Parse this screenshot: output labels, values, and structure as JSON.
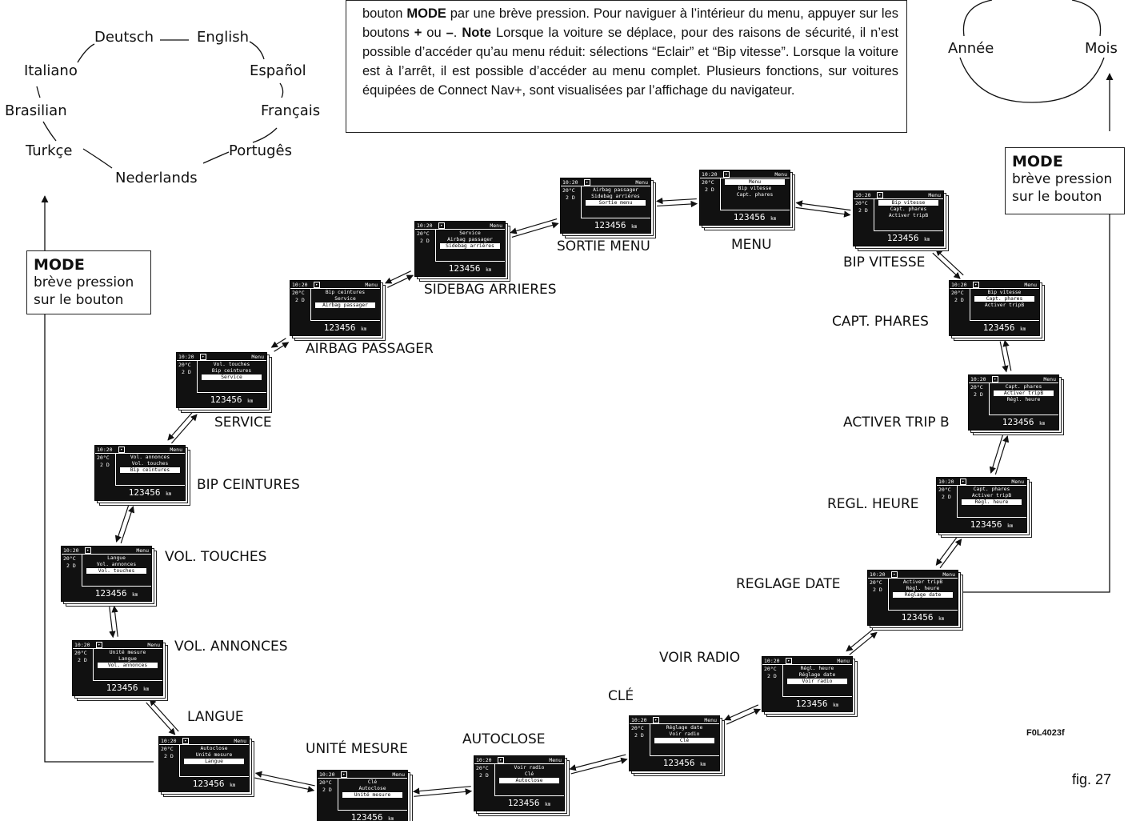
{
  "note_text": {
    "p1a": "bouton ",
    "p1b": "MODE",
    "p1c": " par une brève pression. Pour naviguer à l’intérieur du menu, appuyer sur les boutons ",
    "p1d": "+",
    "p1e": " ou ",
    "p1f": "–",
    "p1g": ". ",
    "p1h": "Note",
    "p1i": " Lorsque la voiture se déplace, pour des raisons de sécurité, il n’est possible d’accéder qu’au menu réduit: sélections “Eclair” et “Bip vitesse”. Lorsque la voiture est à l’arrêt, il est possible d’accéder au menu complet. Plusieurs fonctions, sur voitures équipées de Connect Nav+, sont visualisées par l’affichage du navigateur."
  },
  "languages": [
    "Deutsch",
    "English",
    "Español",
    "Français",
    "Portugês",
    "Nederlands",
    "Turkçe",
    "Brasilian",
    "Italiano"
  ],
  "date_cycle": [
    "Année",
    "Mois"
  ],
  "mode_box_left": {
    "title": "MODE",
    "line1": "brève pression",
    "line2": "sur le bouton"
  },
  "mode_box_right": {
    "title": "MODE",
    "line1": "brève pression",
    "line2": "sur le bouton"
  },
  "display_common": {
    "clock": "10:20",
    "menu": "Menu",
    "temp": "20°C",
    "gear": "2 D",
    "odometer": "123456",
    "unit": "km"
  },
  "screens": [
    {
      "label": "MENU",
      "lines": [
        "Menu",
        "Bip vitesse",
        "Capt. phares"
      ],
      "hl": 0
    },
    {
      "label": "BIP VITESSE",
      "lines": [
        "Bip vitesse",
        "Capt. phares",
        "Activer tripB"
      ],
      "hl": 0
    },
    {
      "label": "CAPT. PHARES",
      "lines": [
        "Bip vitesse",
        "Capt. phares",
        "Activer tripB"
      ],
      "hl": 1
    },
    {
      "label": "ACTIVER TRIP B",
      "lines": [
        "Capt. phares",
        "Activer tripB",
        "Régl. heure"
      ],
      "hl": 1
    },
    {
      "label": "REGL. HEURE",
      "lines": [
        "Capt. phares",
        "Activer tripB",
        "Régl. heure"
      ],
      "hl": 2
    },
    {
      "label": "REGLAGE DATE",
      "lines": [
        "Activer tripB",
        "Régl. heure",
        "Réglage date"
      ],
      "hl": 2
    },
    {
      "label": "VOIR RADIO",
      "lines": [
        "Régl. heure",
        "Réglage date",
        "Voir radio"
      ],
      "hl": 2
    },
    {
      "label": "CLÉ",
      "lines": [
        "Réglage date",
        "Voir radio",
        "Clé"
      ],
      "hl": 2
    },
    {
      "label": "AUTOCLOSE",
      "lines": [
        "Voir radio",
        "Clé",
        "Autoclose"
      ],
      "hl": 2
    },
    {
      "label": "UNITÉ MESURE",
      "lines": [
        "Clé",
        "Autoclose",
        "Unité mesure"
      ],
      "hl": 2
    },
    {
      "label": "LANGUE",
      "lines": [
        "Autoclose",
        "Unité mesure",
        "Langue"
      ],
      "hl": 2
    },
    {
      "label": "VOL. ANNONCES",
      "lines": [
        "Unité mesure",
        "Langue",
        "Vol. annonces"
      ],
      "hl": 2
    },
    {
      "label": "VOL. TOUCHES",
      "lines": [
        "Langue",
        "Vol. annonces",
        "Vol. touches"
      ],
      "hl": 2
    },
    {
      "label": "BIP CEINTURES",
      "lines": [
        "Vol. annonces",
        "Vol. touches",
        "Bip ceintures"
      ],
      "hl": 2
    },
    {
      "label": "SERVICE",
      "lines": [
        "Vol. touches",
        "Bip ceintures",
        "Service"
      ],
      "hl": 2
    },
    {
      "label": "AIRBAG PASSAGER",
      "lines": [
        "Bip ceintures",
        "Service",
        "Airbag passager"
      ],
      "hl": 2
    },
    {
      "label": "SIDEBAG ARRIERES",
      "lines": [
        "Service",
        "Airbag passager",
        "Sidebag arrières"
      ],
      "hl": 2
    },
    {
      "label": "SORTIE MENU",
      "lines": [
        "Airbag passager",
        "Sidebag arrières",
        "Sortie menu"
      ],
      "hl": 2
    }
  ],
  "figure_code": "F0L4023f",
  "figure_label": "fig. 27"
}
